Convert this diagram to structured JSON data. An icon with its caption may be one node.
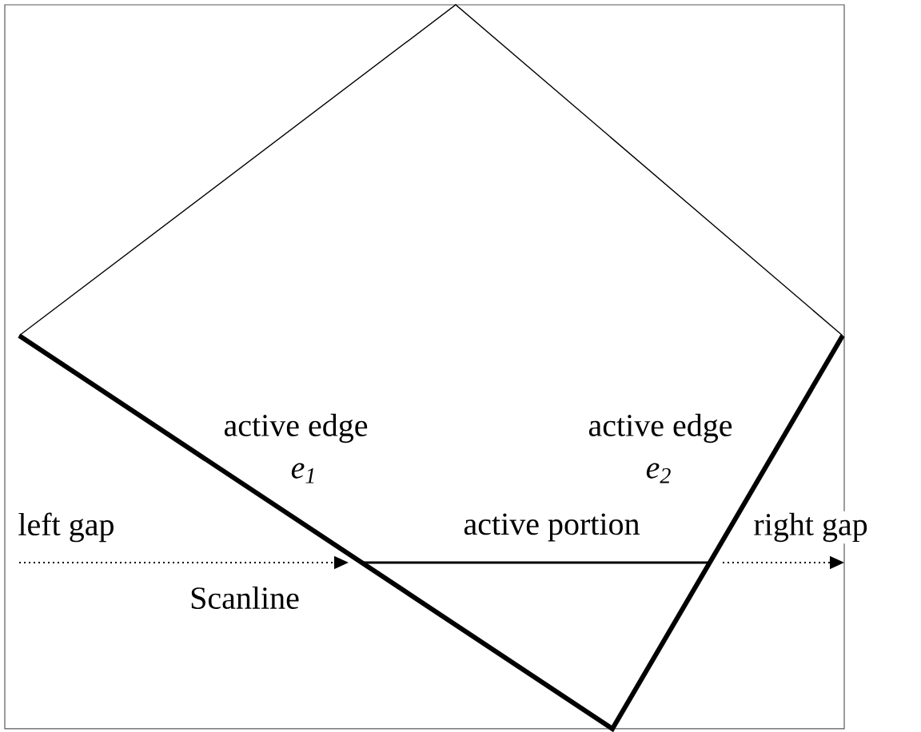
{
  "diagram": {
    "labels": [
      "active edge",
      "e$_{1}$",
      "active edge",
      "e$_{2}$",
      "left gap",
      "active portion",
      "right gap",
      "Scanline"
    ]
  }
}
